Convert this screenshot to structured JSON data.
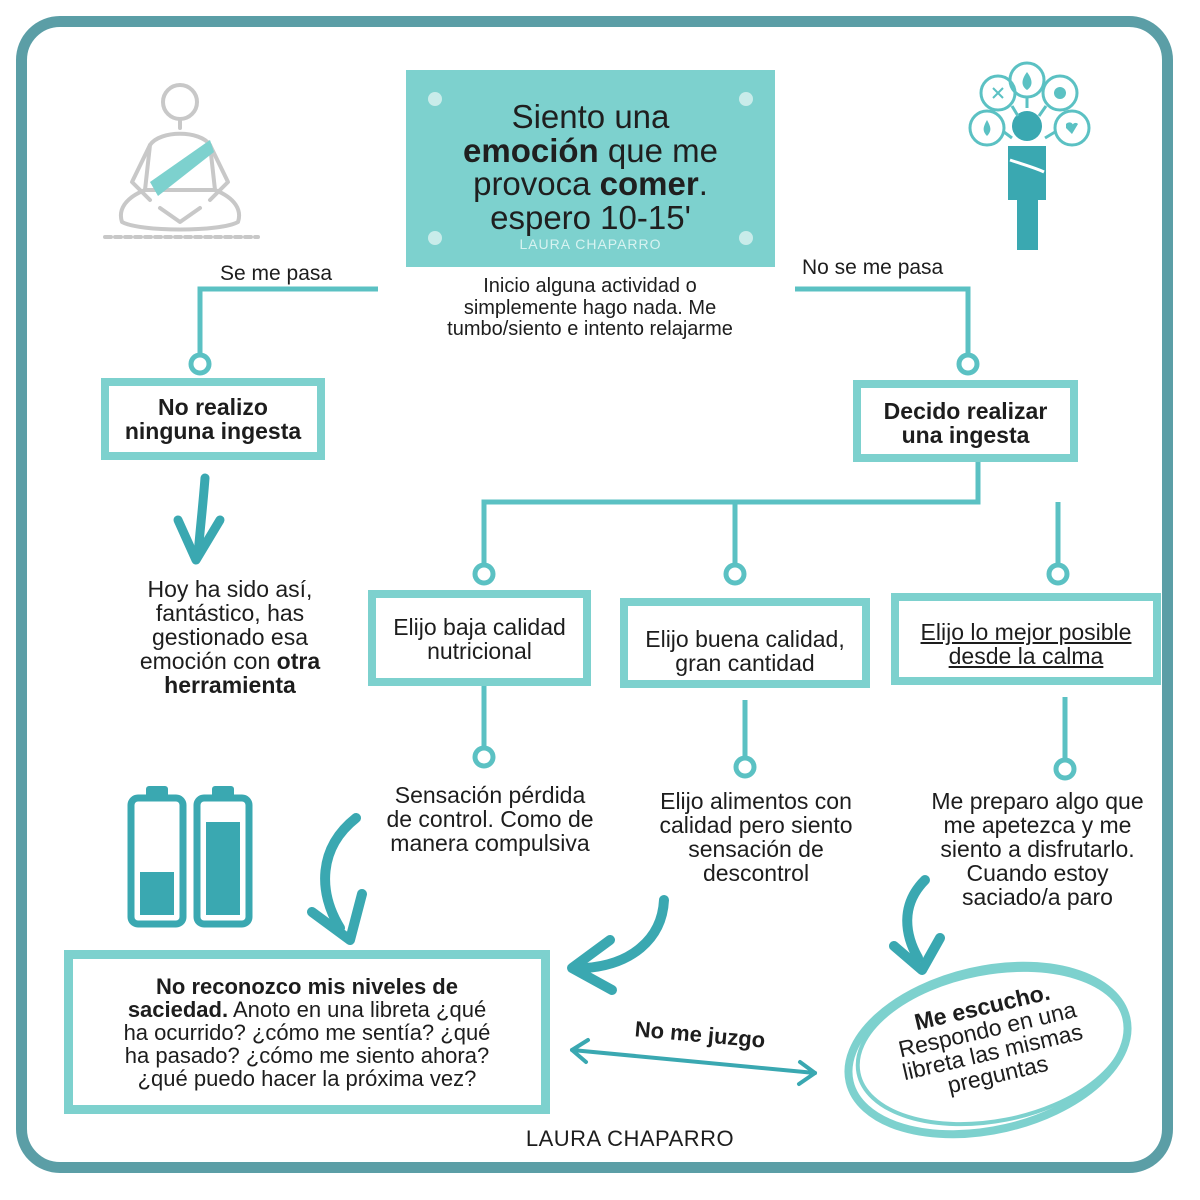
{
  "title": {
    "line1": "Siento una",
    "line2_bold": "emoción",
    "line2_rest": " que me",
    "line3_pre": "provoca ",
    "line3_bold": "comer",
    "line3_post": ".",
    "line4": "espero 10-15'",
    "signature": "LAURA CHAPARRO"
  },
  "middle_note": {
    "line1": "Inicio alguna actividad o",
    "line2": "simplemente hago nada. Me",
    "line3": "tumbo/siento e intento relajarme"
  },
  "branches": {
    "left_label": "Se me pasa",
    "right_label": "No se me pasa"
  },
  "left": {
    "box_line1": "No realizo",
    "box_line2": "ninguna ingesta",
    "result_line1": "Hoy ha sido así,",
    "result_line2": "fantástico, has",
    "result_line3": "gestionado esa",
    "result_line4_pre": "emoción con ",
    "result_line4_bold": "otra",
    "result_line5_bold": "herramienta"
  },
  "right": {
    "box_line1": "Decido realizar",
    "box_line2": "una ingesta"
  },
  "options": [
    {
      "line1": "Elijo baja calidad",
      "line2": "nutricional"
    },
    {
      "line1": "Elijo buena calidad,",
      "line2": "gran cantidad"
    },
    {
      "line1": "Elijo lo mejor posible",
      "line2": "desde la calma"
    }
  ],
  "outcomes": [
    {
      "line1": "Sensación pérdida",
      "line2": "de control. Como de",
      "line3": "manera compulsiva"
    },
    {
      "line1": "Elijo alimentos con",
      "line2": "calidad pero siento",
      "line3": "sensación de",
      "line4": "descontrol"
    },
    {
      "line1": "Me preparo algo que",
      "line2": "me apetezca y me",
      "line3": "siento a disfrutarlo.",
      "line4": "Cuando estoy",
      "line5": "saciado/a paro"
    }
  ],
  "bottom_left": {
    "bold": "No reconozco mis niveles de",
    "line2_bold": "saciedad.",
    "line2_rest": " Anoto en una libreta ¿qué",
    "line3": "ha ocurrido? ¿cómo me sentía? ¿qué",
    "line4": "ha pasado? ¿cómo me siento ahora?",
    "line5": "¿qué puedo hacer la próxima vez?"
  },
  "no_judge": "No me juzgo",
  "bottom_right": {
    "bold": "Me escucho.",
    "line2": "Respondo en una",
    "line3": "libreta las mismas",
    "line4": "preguntas"
  },
  "footer_signature": "LAURA CHAPARRO",
  "icons": {
    "meditation": "meditation-person-icon",
    "emotions": "emotions-person-icon",
    "batteries": "battery-levels-icon"
  },
  "colors": {
    "teal": "#7dd1ce",
    "dark_teal": "#3aa8b1",
    "frame": "#5b9ea6"
  }
}
